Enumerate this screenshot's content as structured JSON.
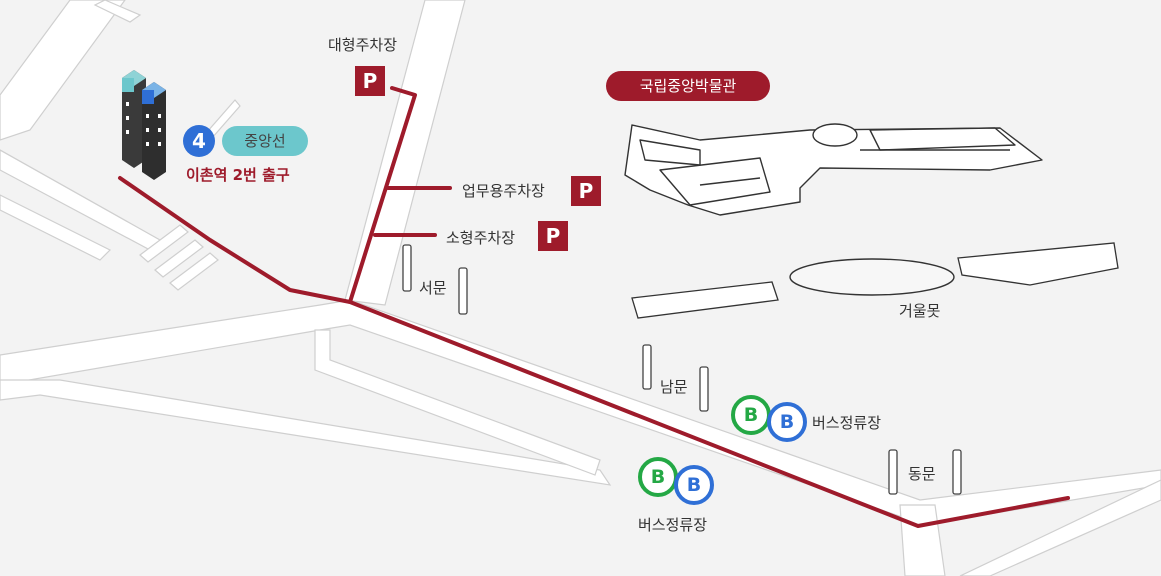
{
  "title": "",
  "landmarks": {
    "museum": "국립중앙박물관",
    "pond": "거울못",
    "west_gate": "서문",
    "south_gate": "남문",
    "east_gate": "동문"
  },
  "parking": {
    "symbol": "P",
    "large": "대형주차장",
    "business": "업무용주차장",
    "small": "소형주차장"
  },
  "subway": {
    "line_number": "4",
    "line_name": "중앙선",
    "exit_label": "이촌역 2번 출구"
  },
  "bus": {
    "symbol": "B",
    "stop_label_1": "버스정류장",
    "stop_label_2": "버스정류장"
  },
  "colors": {
    "route": "#9e1b2b",
    "parking_badge": "#9e1b2b",
    "museum_badge": "#9e1b2b",
    "line_badge": "#6cc7cc",
    "line_number_badge": "#2f6fd6",
    "bus_green": "#24a845",
    "bus_blue": "#2f6fd6",
    "road": "#ffffff",
    "background": "#f3f3f3"
  },
  "icons": [
    "subway-station-building-icon",
    "parking-icon",
    "bus-stop-icon",
    "museum-building-icon"
  ]
}
